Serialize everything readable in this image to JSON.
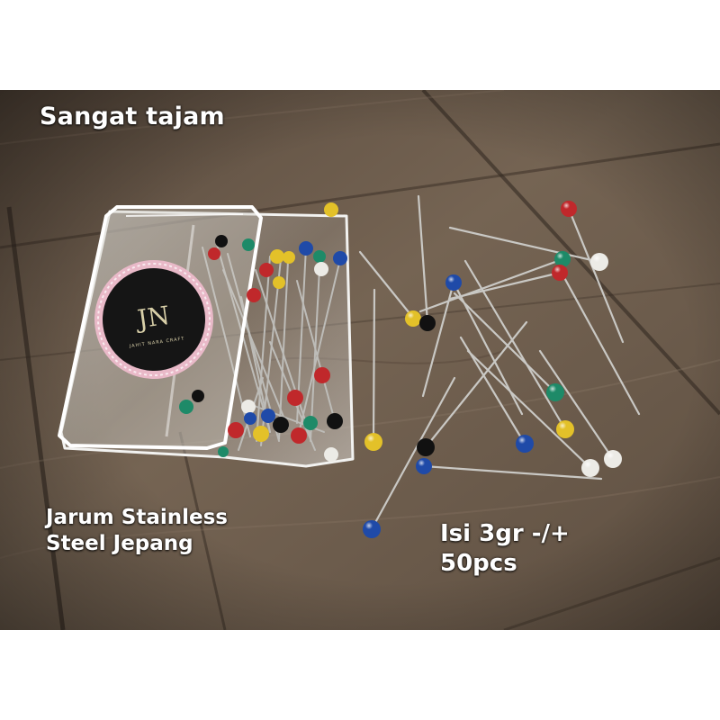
{
  "captions": {
    "top": "Sangat tajam",
    "left_lines": [
      "Jarum Stainless",
      "Steel Jepang"
    ],
    "right_lines": [
      "Isi 3gr -/+",
      "50pcs"
    ]
  },
  "logo": {
    "monogram": "JN",
    "tagline": "JAHIT NARA CRAFT"
  },
  "colors": {
    "background": "#ffffff",
    "wood": "#6b5a4a",
    "pin_red": "#c0282b",
    "pin_blue": "#1f4aa8",
    "pin_yellow": "#e3c129",
    "pin_green": "#1e8a68",
    "pin_white": "#ecebe6",
    "pin_black": "#111111",
    "logo_ring": "#e9b9c8",
    "logo_fill": "#151515",
    "logo_text": "#d8cfa8"
  }
}
